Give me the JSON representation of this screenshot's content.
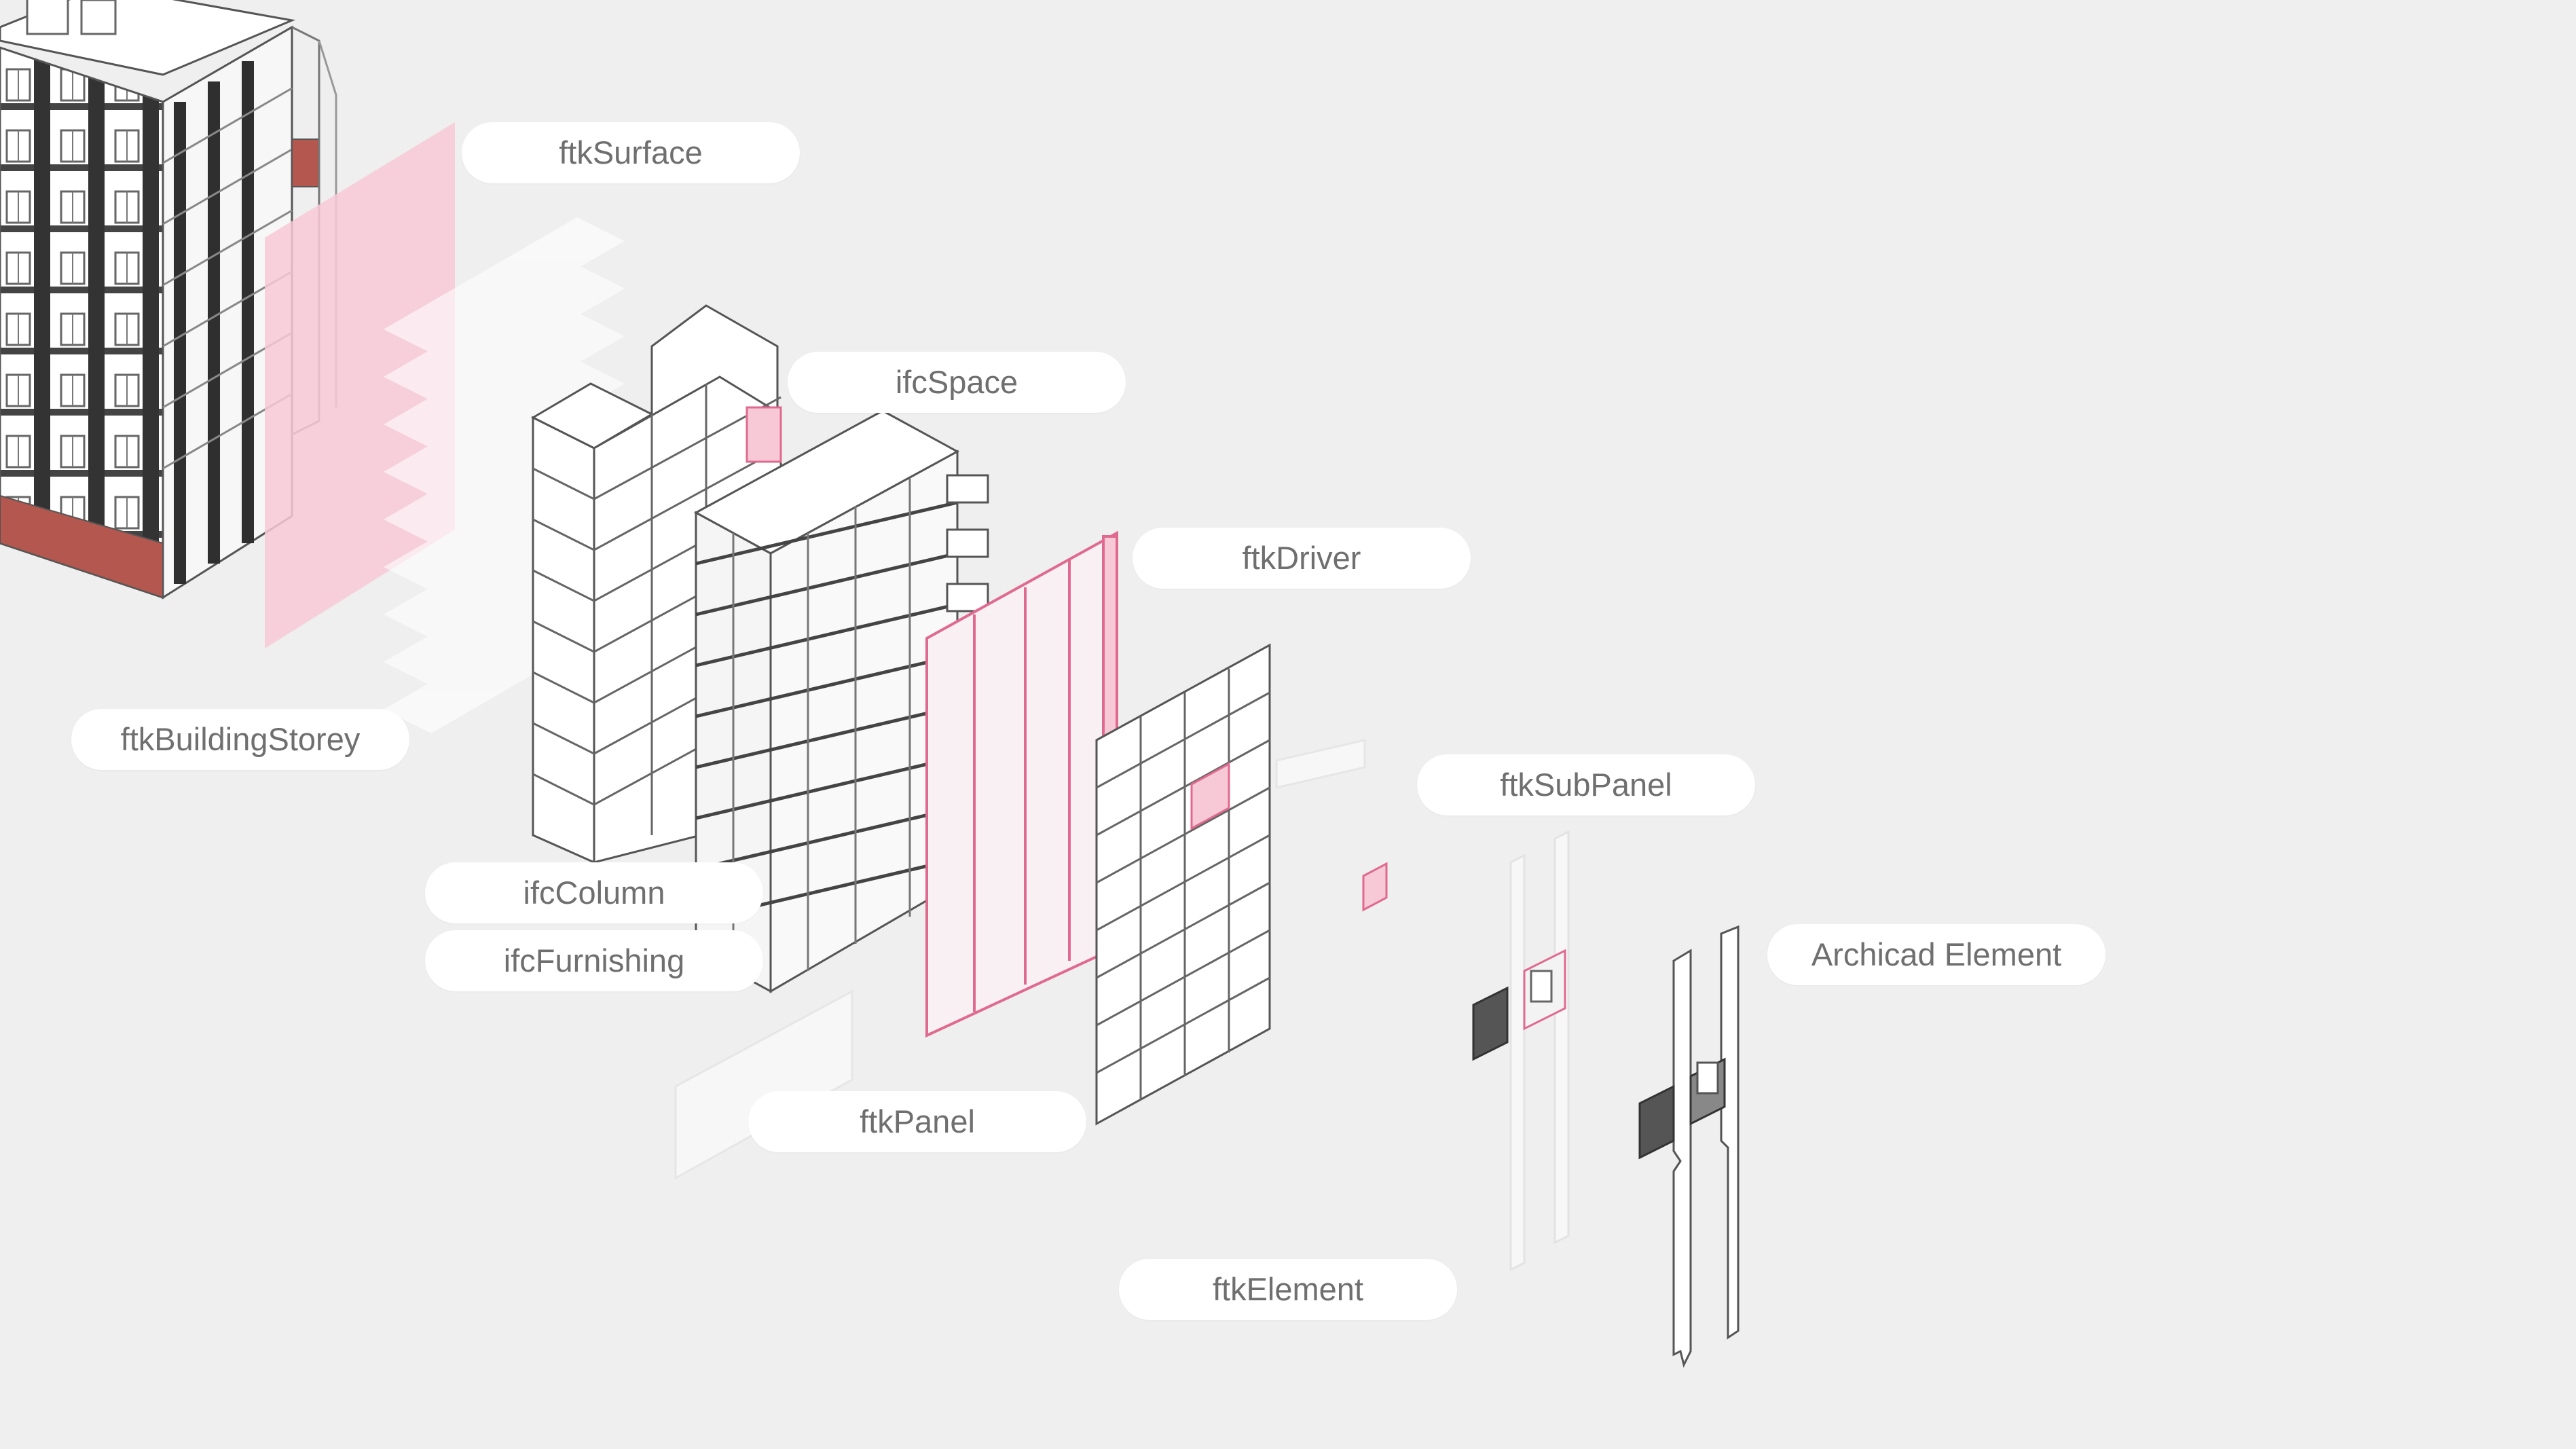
{
  "labels": {
    "ftk_surface": "ftkSurface",
    "ifc_space": "ifcSpace",
    "ftk_driver": "ftkDriver",
    "ftk_building_storey": "ftkBuildingStorey",
    "ftk_sub_panel": "ftkSubPanel",
    "ifc_column": "ifcColumn",
    "ifc_furnishing": "ifcFurnishing",
    "archicad_element": "Archicad Element",
    "ftk_panel": "ftkPanel",
    "ftk_element": "ftkElement"
  },
  "colors": {
    "background": "#efefef",
    "label_background": "#ffffff",
    "label_text": "#6f6f6f",
    "accent_pink": "#f7cdd9",
    "accent_pink_stroke": "#e06a8f",
    "brick_red": "#b3574f",
    "dark_panel": "#555555",
    "line": "#555555"
  }
}
